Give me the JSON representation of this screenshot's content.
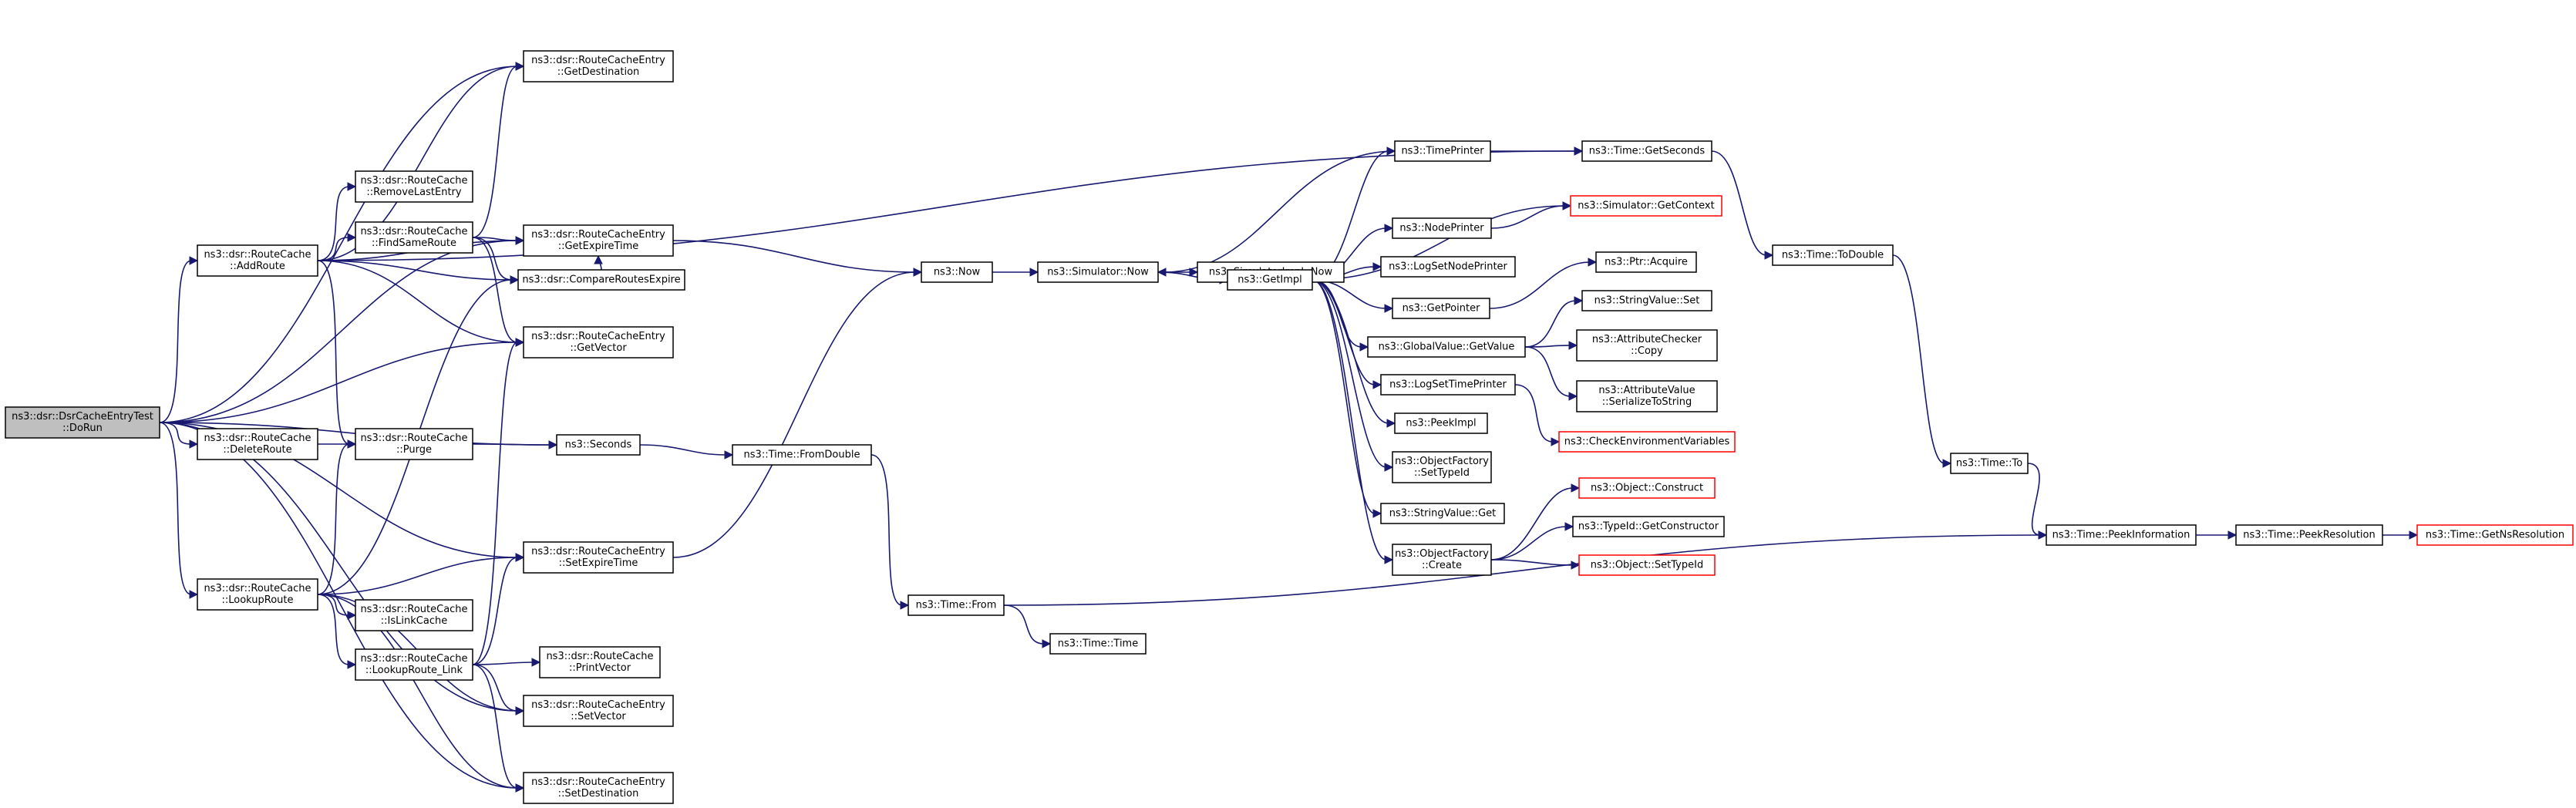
{
  "graph": {
    "edge_color": "#191970",
    "root_fill": "#bfbfbf",
    "truncated_border_color": "#ff0000",
    "nodes": [
      {
        "id": "dorun",
        "lines": [
          "ns3::dsr::DsrCacheEntryTest",
          "::DoRun"
        ],
        "kind": "root"
      },
      {
        "id": "addroute",
        "lines": [
          "ns3::dsr::RouteCache",
          "::AddRoute"
        ]
      },
      {
        "id": "deleteroute",
        "lines": [
          "ns3::dsr::RouteCache",
          "::DeleteRoute"
        ]
      },
      {
        "id": "lookuproute",
        "lines": [
          "ns3::dsr::RouteCache",
          "::LookupRoute"
        ]
      },
      {
        "id": "getdest",
        "lines": [
          "ns3::dsr::RouteCacheEntry",
          "::GetDestination"
        ]
      },
      {
        "id": "removelast",
        "lines": [
          "ns3::dsr::RouteCache",
          "::RemoveLastEntry"
        ]
      },
      {
        "id": "findsame",
        "lines": [
          "ns3::dsr::RouteCache",
          "::FindSameRoute"
        ]
      },
      {
        "id": "purge",
        "lines": [
          "ns3::dsr::RouteCache",
          "::Purge"
        ]
      },
      {
        "id": "islink",
        "lines": [
          "ns3::dsr::RouteCache",
          "::IsLinkCache"
        ]
      },
      {
        "id": "lookuplink",
        "lines": [
          "ns3::dsr::RouteCache",
          "::LookupRoute_Link"
        ]
      },
      {
        "id": "getexpire",
        "lines": [
          "ns3::dsr::RouteCacheEntry",
          "::GetExpireTime"
        ]
      },
      {
        "id": "compare",
        "lines": [
          "ns3::dsr::CompareRoutesExpire"
        ]
      },
      {
        "id": "getvector",
        "lines": [
          "ns3::dsr::RouteCacheEntry",
          "::GetVector"
        ]
      },
      {
        "id": "seconds",
        "lines": [
          "ns3::Seconds"
        ]
      },
      {
        "id": "setexpire",
        "lines": [
          "ns3::dsr::RouteCacheEntry",
          "::SetExpireTime"
        ]
      },
      {
        "id": "printvector",
        "lines": [
          "ns3::dsr::RouteCache",
          "::PrintVector"
        ]
      },
      {
        "id": "setvector",
        "lines": [
          "ns3::dsr::RouteCacheEntry",
          "::SetVector"
        ]
      },
      {
        "id": "setdest",
        "lines": [
          "ns3::dsr::RouteCacheEntry",
          "::SetDestination"
        ]
      },
      {
        "id": "now",
        "lines": [
          "ns3::Now"
        ]
      },
      {
        "id": "fromdouble",
        "lines": [
          "ns3::Time::FromDouble"
        ]
      },
      {
        "id": "from",
        "lines": [
          "ns3::Time::From"
        ]
      },
      {
        "id": "timetime",
        "lines": [
          "ns3::Time::Time"
        ]
      },
      {
        "id": "simnow",
        "lines": [
          "ns3::Simulator::Now"
        ]
      },
      {
        "id": "simimplnow",
        "lines": [
          "ns3::SimulatorImpl::Now"
        ]
      },
      {
        "id": "getimpl",
        "lines": [
          "ns3::GetImpl"
        ]
      },
      {
        "id": "timeprinter",
        "lines": [
          "ns3::TimePrinter"
        ]
      },
      {
        "id": "nodeprinter",
        "lines": [
          "ns3::NodePrinter"
        ]
      },
      {
        "id": "logsetnode",
        "lines": [
          "ns3::LogSetNodePrinter"
        ]
      },
      {
        "id": "getpointer",
        "lines": [
          "ns3::GetPointer"
        ]
      },
      {
        "id": "gvgetvalue",
        "lines": [
          "ns3::GlobalValue::GetValue"
        ]
      },
      {
        "id": "logsettime",
        "lines": [
          "ns3::LogSetTimePrinter"
        ]
      },
      {
        "id": "peekimpl",
        "lines": [
          "ns3::PeekImpl"
        ]
      },
      {
        "id": "ofsettypeid",
        "lines": [
          "ns3::ObjectFactory",
          "::SetTypeId"
        ]
      },
      {
        "id": "svget",
        "lines": [
          "ns3::StringValue::Get"
        ]
      },
      {
        "id": "ofcreate",
        "lines": [
          "ns3::ObjectFactory",
          "::Create"
        ]
      },
      {
        "id": "getseconds",
        "lines": [
          "ns3::Time::GetSeconds"
        ]
      },
      {
        "id": "simgetcontext",
        "lines": [
          "ns3::Simulator::GetContext"
        ],
        "kind": "truncated"
      },
      {
        "id": "ptracquire",
        "lines": [
          "ns3::Ptr::Acquire"
        ]
      },
      {
        "id": "svset",
        "lines": [
          "ns3::StringValue::Set"
        ]
      },
      {
        "id": "accopy",
        "lines": [
          "ns3::AttributeChecker",
          "::Copy"
        ]
      },
      {
        "id": "avser",
        "lines": [
          "ns3::AttributeValue",
          "::SerializeToString"
        ]
      },
      {
        "id": "checkenv",
        "lines": [
          "ns3::CheckEnvironmentVariables"
        ],
        "kind": "truncated"
      },
      {
        "id": "objconstruct",
        "lines": [
          "ns3::Object::Construct"
        ],
        "kind": "truncated"
      },
      {
        "id": "typeidgetctor",
        "lines": [
          "ns3::TypeId::GetConstructor"
        ]
      },
      {
        "id": "objsettypeid",
        "lines": [
          "ns3::Object::SetTypeId"
        ],
        "kind": "truncated"
      },
      {
        "id": "todouble",
        "lines": [
          "ns3::Time::ToDouble"
        ]
      },
      {
        "id": "timeto",
        "lines": [
          "ns3::Time::To"
        ]
      },
      {
        "id": "peekinfo",
        "lines": [
          "ns3::Time::PeekInformation"
        ]
      },
      {
        "id": "peekres",
        "lines": [
          "ns3::Time::PeekResolution"
        ]
      },
      {
        "id": "getnsres",
        "lines": [
          "ns3::Time::GetNsResolution"
        ],
        "kind": "truncated"
      }
    ],
    "edges": [
      [
        "dorun",
        "getdest"
      ],
      [
        "dorun",
        "getexpire"
      ],
      [
        "dorun",
        "addroute"
      ],
      [
        "dorun",
        "getvector"
      ],
      [
        "dorun",
        "deleteroute"
      ],
      [
        "dorun",
        "seconds"
      ],
      [
        "dorun",
        "lookuproute"
      ],
      [
        "dorun",
        "setexpire"
      ],
      [
        "dorun",
        "setvector"
      ],
      [
        "dorun",
        "setdest"
      ],
      [
        "addroute",
        "getdest"
      ],
      [
        "addroute",
        "getexpire"
      ],
      [
        "addroute",
        "removelast"
      ],
      [
        "addroute",
        "findsame"
      ],
      [
        "addroute",
        "compare"
      ],
      [
        "addroute",
        "getvector"
      ],
      [
        "addroute",
        "purge"
      ],
      [
        "addroute",
        "getseconds"
      ],
      [
        "deleteroute",
        "purge"
      ],
      [
        "lookuproute",
        "purge"
      ],
      [
        "lookuproute",
        "compare"
      ],
      [
        "lookuproute",
        "setexpire"
      ],
      [
        "lookuproute",
        "islink"
      ],
      [
        "lookuproute",
        "lookuplink"
      ],
      [
        "lookuproute",
        "setvector"
      ],
      [
        "lookuproute",
        "setdest"
      ],
      [
        "findsame",
        "getdest"
      ],
      [
        "findsame",
        "getexpire"
      ],
      [
        "findsame",
        "compare"
      ],
      [
        "findsame",
        "getvector"
      ],
      [
        "purge",
        "seconds"
      ],
      [
        "compare",
        "getexpire"
      ],
      [
        "lookuplink",
        "getvector"
      ],
      [
        "lookuplink",
        "setexpire"
      ],
      [
        "lookuplink",
        "printvector"
      ],
      [
        "lookuplink",
        "setvector"
      ],
      [
        "lookuplink",
        "setdest"
      ],
      [
        "getexpire",
        "now"
      ],
      [
        "setexpire",
        "now"
      ],
      [
        "seconds",
        "fromdouble"
      ],
      [
        "fromdouble",
        "from"
      ],
      [
        "from",
        "timetime"
      ],
      [
        "from",
        "peekinfo"
      ],
      [
        "now",
        "simnow"
      ],
      [
        "simnow",
        "simimplnow"
      ],
      [
        "simnow",
        "getimpl"
      ],
      [
        "getimpl",
        "timeprinter"
      ],
      [
        "getimpl",
        "nodeprinter"
      ],
      [
        "getimpl",
        "logsetnode"
      ],
      [
        "getimpl",
        "getpointer"
      ],
      [
        "getimpl",
        "gvgetvalue"
      ],
      [
        "getimpl",
        "logsettime"
      ],
      [
        "getimpl",
        "peekimpl"
      ],
      [
        "getimpl",
        "ofsettypeid"
      ],
      [
        "getimpl",
        "svget"
      ],
      [
        "getimpl",
        "ofcreate"
      ],
      [
        "getimpl",
        "simgetcontext"
      ],
      [
        "timeprinter",
        "simnow"
      ],
      [
        "timeprinter",
        "getseconds"
      ],
      [
        "nodeprinter",
        "simgetcontext"
      ],
      [
        "getpointer",
        "ptracquire"
      ],
      [
        "gvgetvalue",
        "svset"
      ],
      [
        "gvgetvalue",
        "accopy"
      ],
      [
        "gvgetvalue",
        "avser"
      ],
      [
        "logsettime",
        "checkenv"
      ],
      [
        "ofcreate",
        "objconstruct"
      ],
      [
        "ofcreate",
        "typeidgetctor"
      ],
      [
        "ofcreate",
        "objsettypeid"
      ],
      [
        "getseconds",
        "todouble"
      ],
      [
        "todouble",
        "timeto"
      ],
      [
        "timeto",
        "peekinfo"
      ],
      [
        "peekinfo",
        "peekres"
      ],
      [
        "peekres",
        "getnsres"
      ]
    ]
  }
}
